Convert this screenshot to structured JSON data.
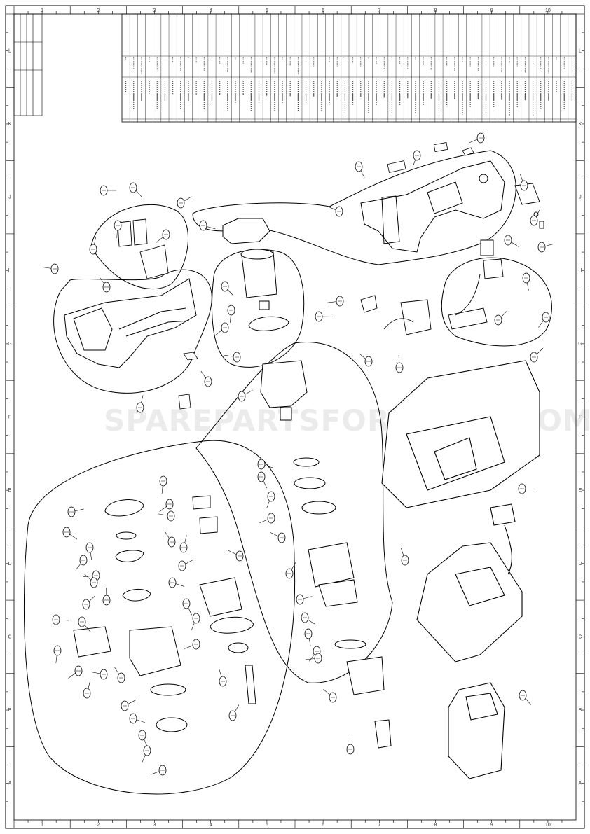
{
  "drawing": {
    "watermark": "SPAREPARTSFORTOOLS.COM.AU",
    "zone_columns": [
      "1",
      "2",
      "3",
      "4",
      "5",
      "6",
      "7",
      "8",
      "9",
      "10"
    ],
    "zone_rows": [
      "L",
      "K",
      "J",
      "H",
      "G",
      "F",
      "E",
      "D",
      "C",
      "B",
      "A"
    ],
    "colors": {
      "line": "#000000",
      "paper": "#ffffff"
    }
  }
}
